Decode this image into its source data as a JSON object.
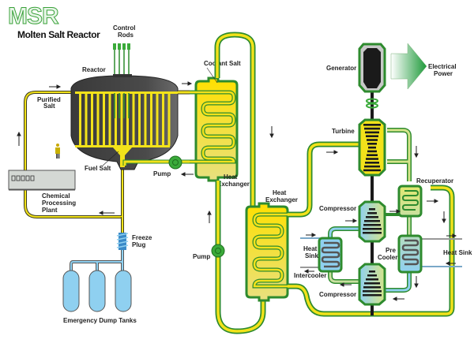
{
  "title": {
    "logo": "MSR",
    "subtitle": "Molten Salt Reactor"
  },
  "labels": {
    "control_rods": [
      "Control",
      "Rods"
    ],
    "reactor": "Reactor",
    "coolant_salt": "Coolant Salt",
    "purified_salt": [
      "Purified",
      "Salt"
    ],
    "fuel_salt": "Fuel Salt",
    "pump_primary": "Pump",
    "heat_exchanger_primary": [
      "Heat",
      "Exchanger"
    ],
    "chemical_processing_plant": [
      "Chemical",
      "Processing",
      "Plant"
    ],
    "freeze_plug": [
      "Freeze",
      "Plug"
    ],
    "emergency_dump_tanks": "Emergency Dump Tanks",
    "pump_secondary": "Pump",
    "heat_exchanger_secondary": [
      "Heat",
      "Exchanger"
    ],
    "generator": "Generator",
    "electrical_power": [
      "Electrical",
      "Power"
    ],
    "turbine": "Turbine",
    "recuperator": "Recuperator",
    "compressor_upper": "Compressor",
    "compressor_lower": "Compressor",
    "heat_sink_left": [
      "Heat",
      "Sink"
    ],
    "intercooler": "Intercooler",
    "pre_cooler": [
      "Pre",
      "Cooler"
    ],
    "heat_sink_right": "Heat Sink"
  },
  "colors": {
    "fuel_salt": "#f2e21a",
    "coolant_green": "#2e8b2e",
    "reactor_body": "#3f3f3f",
    "water_blue": "#8fd0f0",
    "gas_light": "#d6e48a"
  }
}
